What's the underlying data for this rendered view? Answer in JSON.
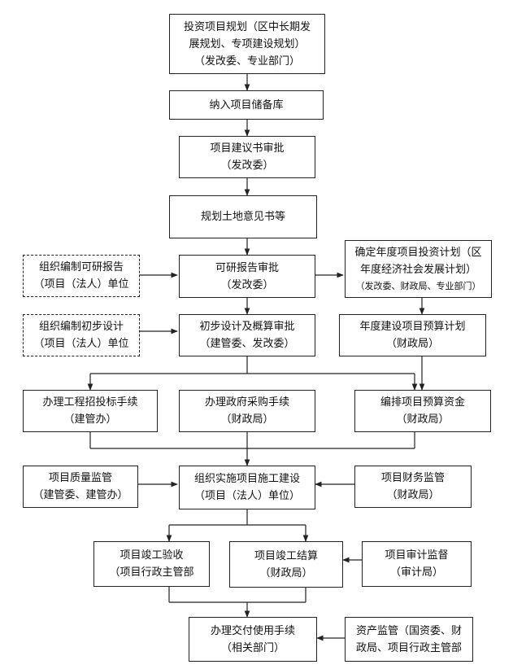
{
  "nodes": {
    "plan": {
      "lines": [
        "投资项目规划（区中长期发",
        "展规划、专项建设规划）",
        "（发改委、专业部门）"
      ]
    },
    "reserve": {
      "lines": [
        "纳入项目储备库"
      ]
    },
    "proposal": {
      "lines": [
        "项目建议书审批",
        "（发改委）"
      ]
    },
    "land": {
      "lines": [
        "规划土地意见书等"
      ]
    },
    "feasibility": {
      "lines": [
        "可研报告审批",
        "（发改委）"
      ]
    },
    "org_feas": {
      "lines": [
        "组织编制可研报告",
        "（项目（法人）单位"
      ]
    },
    "annual_plan": {
      "lines": [
        "确定年度项目投资计划（区",
        "年度经济社会发展计划）",
        "（发改委、财政局、专业部门）"
      ]
    },
    "org_prelim": {
      "lines": [
        "组织编制初步设计",
        "（项目（法人）单位"
      ]
    },
    "prelim": {
      "lines": [
        "初步设计及概算审批",
        "（建管委、发改委）"
      ]
    },
    "budget_plan": {
      "lines": [
        "年度建设项目预算计划",
        "（财政局）"
      ]
    },
    "tender": {
      "lines": [
        "办理工程招投标手续",
        "（建管办）"
      ]
    },
    "procure": {
      "lines": [
        "办理政府采购手续",
        "（财政局）"
      ]
    },
    "budget_fund": {
      "lines": [
        "编排项目预算资金",
        "（财政局）"
      ]
    },
    "quality": {
      "lines": [
        "项目质量监管",
        "（建管委、建管办）"
      ]
    },
    "construct": {
      "lines": [
        "组织实施项目施工建设",
        "（项目（法人）单位）"
      ]
    },
    "finance": {
      "lines": [
        "项目财务监管",
        "（财政局）"
      ]
    },
    "acceptance": {
      "lines": [
        "项目竣工验收",
        "（项目行政主管部"
      ]
    },
    "settlement": {
      "lines": [
        "项目竣工结算",
        "（财政局）"
      ]
    },
    "audit": {
      "lines": [
        "项目审计监督",
        "（审计局）"
      ]
    },
    "handover": {
      "lines": [
        "办理交付使用手续",
        "（相关部门）"
      ]
    },
    "asset": {
      "lines": [
        "资产监管（国资委、财",
        "政局、项目行政主管部"
      ]
    }
  }
}
